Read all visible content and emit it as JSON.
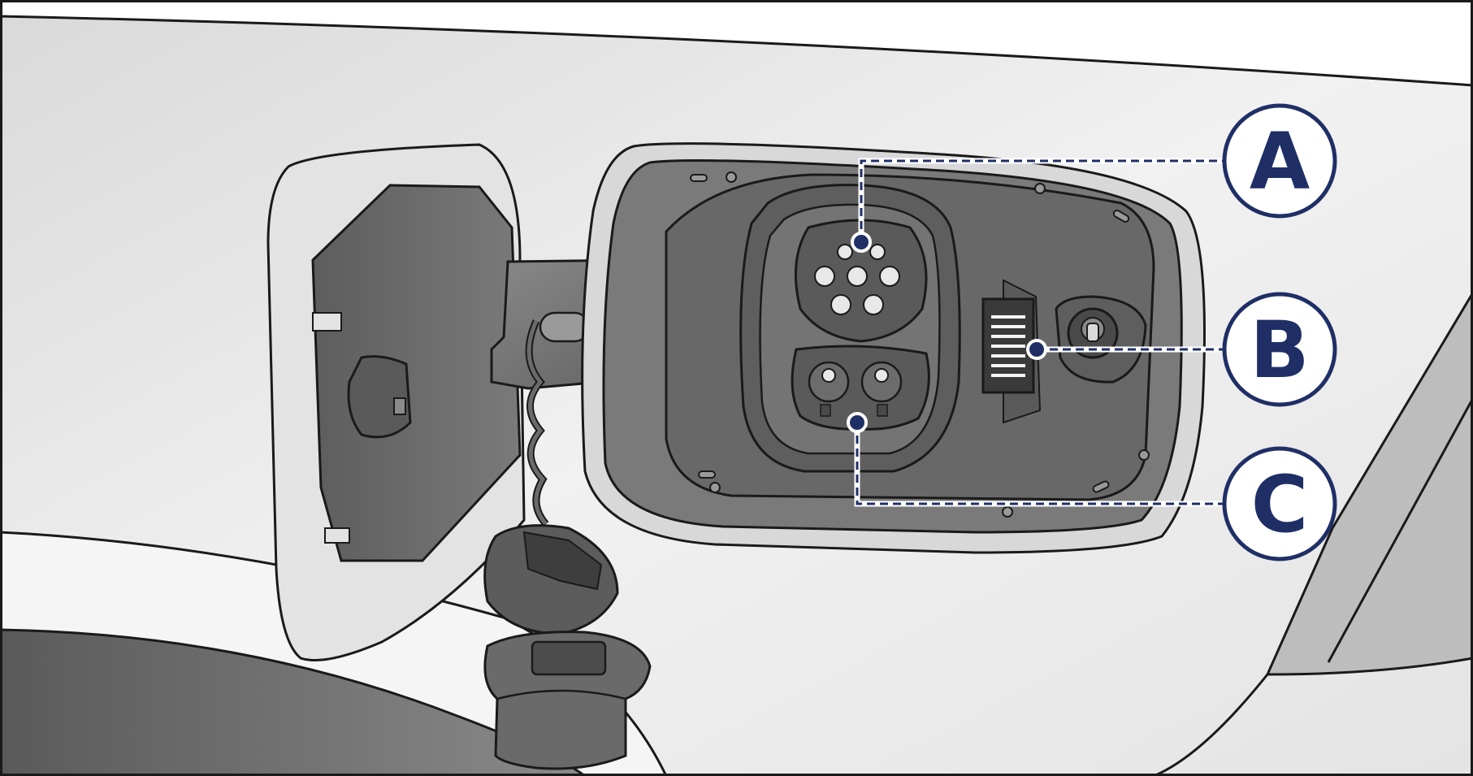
{
  "callouts": {
    "a": {
      "letter": "A"
    },
    "b": {
      "letter": "B"
    },
    "c": {
      "letter": "C"
    }
  },
  "colors": {
    "callout_navy": "#1f2f66",
    "outline": "#1a1a1a",
    "body_light": "#e9e9e9",
    "socket_dark": "#6e6e6e"
  }
}
